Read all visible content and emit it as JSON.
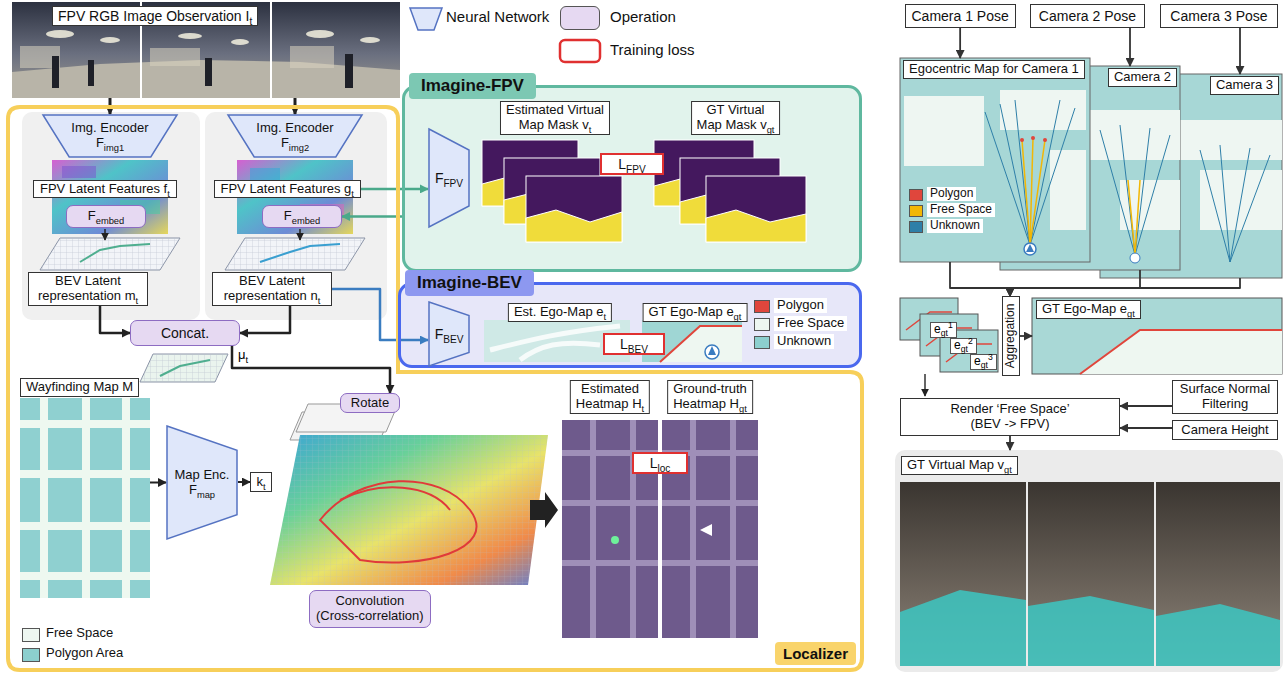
{
  "diagram": {
    "nodes": [
      {
        "text": [
          "FPV RGB Image Observation It"
        ]
      },
      {
        "text": [
          "Localizer"
        ]
      },
      {
        "text": [
          "Img. Encoder Fimg1"
        ],
        "in": 1
      },
      {
        "text": [
          "FPV Latent Features ft"
        ],
        "in": 1
      },
      {
        "text": [
          "Fembed"
        ],
        "in": 1
      },
      {
        "text": [
          "BEV Latent representation mt"
        ],
        "in": 1
      },
      {
        "text": [
          "Img. Encoder Fimg2"
        ],
        "in": 1
      },
      {
        "text": [
          "FPV Latent Features gt"
        ],
        "in": 1
      },
      {
        "text": [
          "Fembed"
        ],
        "in": 1
      },
      {
        "text": [
          "BEV Latent representation nt"
        ],
        "in": 1
      },
      {
        "text": [
          "Concat."
        ],
        "in": 1
      },
      {
        "text": [
          "Wayfinding Map M"
        ],
        "in": 1
      },
      {
        "text": [
          "Map Enc. Fmap"
        ],
        "in": 1
      },
      {
        "text": [
          "kt"
        ],
        "in": 1
      },
      {
        "text": [
          "Rotate"
        ],
        "in": 1
      },
      {
        "text": [
          "Convolution (Cross-correlation)"
        ],
        "in": 1
      },
      {
        "text": [
          "Estimated Heatmap Ht"
        ],
        "in": 1
      },
      {
        "text": [
          "Ground-truth Heatmap Hgt"
        ],
        "in": 1
      },
      {
        "text": [
          "Lloc"
        ],
        "in": 1
      },
      {
        "text": [
          "Imagine-FPV"
        ]
      },
      {
        "text": [
          "FFPV"
        ],
        "in": 19
      },
      {
        "text": [
          "Estimated Virtual Map Mask vt"
        ],
        "in": 19
      },
      {
        "text": [
          "LFPV"
        ],
        "in": 19
      },
      {
        "text": [
          "GT Virtual Map Mask vgt"
        ],
        "in": 19
      },
      {
        "text": [
          "Imagine-BEV"
        ]
      },
      {
        "text": [
          "FBEV"
        ],
        "in": 24
      },
      {
        "text": [
          "Est. Ego-Map et"
        ],
        "in": 24
      },
      {
        "text": [
          "LBEV"
        ],
        "in": 24
      },
      {
        "text": [
          "GT Ego-Map egt"
        ],
        "in": 24
      },
      {
        "text": [
          "Camera 1 Pose"
        ]
      },
      {
        "text": [
          "Camera 2 Pose"
        ]
      },
      {
        "text": [
          "Camera 3 Pose"
        ]
      },
      {
        "text": [
          "Egocentric Map for Camera 1"
        ]
      },
      {
        "text": [
          "Camera 2"
        ]
      },
      {
        "text": [
          "Camera 3"
        ]
      },
      {
        "text": [
          "Aggregation"
        ]
      },
      {
        "text": [
          "GT Ego-Map egt"
        ]
      },
      {
        "text": [
          "Render ‘Free Space’ (BEV -> FPV)"
        ]
      },
      {
        "text": [
          "Surface Normal Filtering"
        ]
      },
      {
        "text": [
          "Camera Height"
        ]
      },
      {
        "text": [
          "GT Virtual Map vgt"
        ]
      }
    ],
    "edges": [
      {
        "from": 0,
        "to": 2,
        "arrow": "to"
      },
      {
        "from": 0,
        "to": 6,
        "arrow": "to"
      },
      {
        "from": 5,
        "to": 10,
        "arrow": "to"
      },
      {
        "from": 9,
        "to": 10,
        "arrow": "to"
      },
      {
        "from": 10,
        "to": 14,
        "arrow": "to"
      },
      {
        "from": 7,
        "to": 20,
        "arrow": "to"
      },
      {
        "from": 19,
        "to": 8,
        "arrow": "to"
      },
      {
        "from": 9,
        "to": 25,
        "arrow": "to"
      },
      {
        "from": 11,
        "to": 12,
        "arrow": "to"
      },
      {
        "from": 12,
        "to": 13,
        "arrow": "to"
      },
      {
        "from": 29,
        "to": 32,
        "arrow": "to"
      },
      {
        "from": 30,
        "to": 33,
        "arrow": "to"
      },
      {
        "from": 31,
        "to": 34,
        "arrow": "to"
      },
      {
        "from": 32,
        "to": 35,
        "arrow": "to"
      },
      {
        "from": 33,
        "to": 35,
        "arrow": "to"
      },
      {
        "from": 34,
        "to": 35,
        "arrow": "to"
      },
      {
        "from": 35,
        "to": 36,
        "arrow": "to"
      },
      {
        "from": 38,
        "to": 37,
        "arrow": "to"
      },
      {
        "from": 39,
        "to": 37,
        "arrow": "to"
      },
      {
        "from": 37,
        "to": 40,
        "arrow": "to"
      }
    ],
    "labels": [
      "μt",
      "egt1",
      "egt2",
      "egt3"
    ],
    "legend": [
      {
        "text": "Neural Network"
      },
      {
        "text": "Operation",
        "color": "#e6d9f2"
      },
      {
        "text": "Training loss"
      },
      {
        "text": "Polygon",
        "color": "#e0463c"
      },
      {
        "text": "Free Space",
        "color": "#eef7f1"
      },
      {
        "text": "Unknown",
        "color": "#8ccfce"
      },
      {
        "text": "Polygon",
        "color": "#e0463c"
      },
      {
        "text": "Free Space",
        "color": "#f2b705"
      },
      {
        "text": "Unknown",
        "color": "#2e7fa8"
      },
      {
        "text": "Free Space",
        "color": "#eef7f1"
      },
      {
        "text": "Polygon Area",
        "color": "#8ccfce"
      }
    ]
  }
}
